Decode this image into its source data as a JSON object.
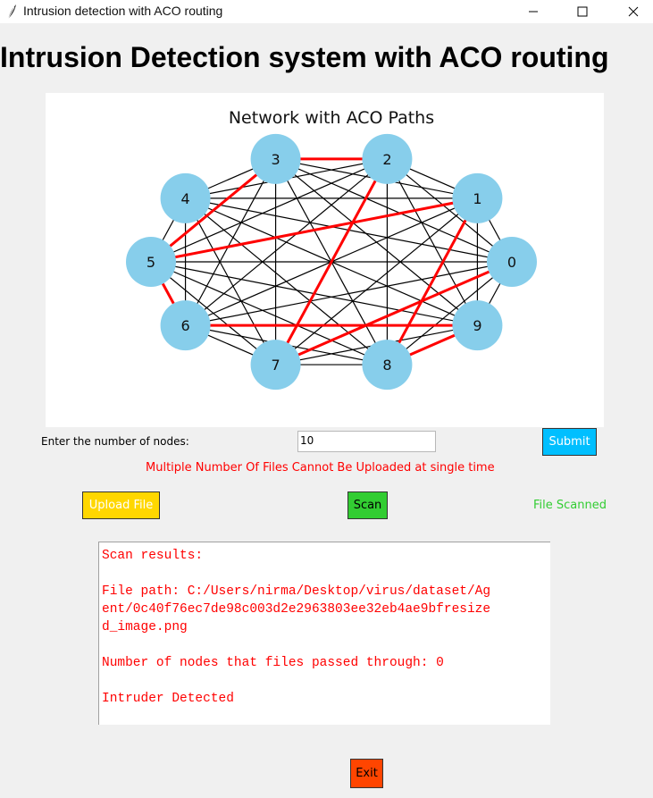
{
  "window": {
    "title": "Intrusion detection with ACO routing",
    "icon": "feather-icon",
    "controls": [
      "minimize-icon",
      "maximize-icon",
      "close-icon"
    ]
  },
  "heading": "Intrusion Detection system with ACO routing",
  "chart_data": {
    "type": "network_graph",
    "title": "Network with ACO Paths",
    "nodes": [
      "0",
      "1",
      "2",
      "3",
      "4",
      "5",
      "6",
      "7",
      "8",
      "9"
    ],
    "edges": "complete graph (every pair of nodes connected)",
    "aco_path_edges": [
      [
        "3",
        "2"
      ],
      [
        "3",
        "5"
      ],
      [
        "5",
        "6"
      ],
      [
        "6",
        "9"
      ],
      [
        "9",
        "8"
      ],
      [
        "8",
        "1"
      ],
      [
        "1",
        "5"
      ],
      [
        "2",
        "7"
      ],
      [
        "7",
        "0"
      ]
    ],
    "colors": {
      "node_fill": "#87ceeb",
      "edge": "#000000",
      "aco_path": "#ff0000"
    }
  },
  "form": {
    "nodes_label": "Enter the number of nodes:",
    "nodes_value": "10",
    "submit_label": "Submit"
  },
  "error_message": "Multiple Number Of Files Cannot Be Uploaded at single time",
  "actions": {
    "upload_label": "Upload File",
    "scan_label": "Scan",
    "status": "File Scanned",
    "exit_label": "Exit"
  },
  "results": {
    "lines": [
      "Scan results:",
      "",
      "File path: C:/Users/nirma/Desktop/virus/dataset/Ag",
      "ent/0c40f76ec7de98c003d2e2963803ee32eb4ae9bfresize",
      "d_image.png",
      "",
      "Number of nodes that files passed through: 0",
      "",
      "Intruder Detected"
    ]
  },
  "colors": {
    "submit_button": "#00bfff",
    "upload_button": "#ffd700",
    "scan_button": "#32cd32",
    "exit_button": "#ff4500",
    "error_text": "#ff0000",
    "status_text": "#32cd32",
    "results_text": "#ff0000"
  }
}
